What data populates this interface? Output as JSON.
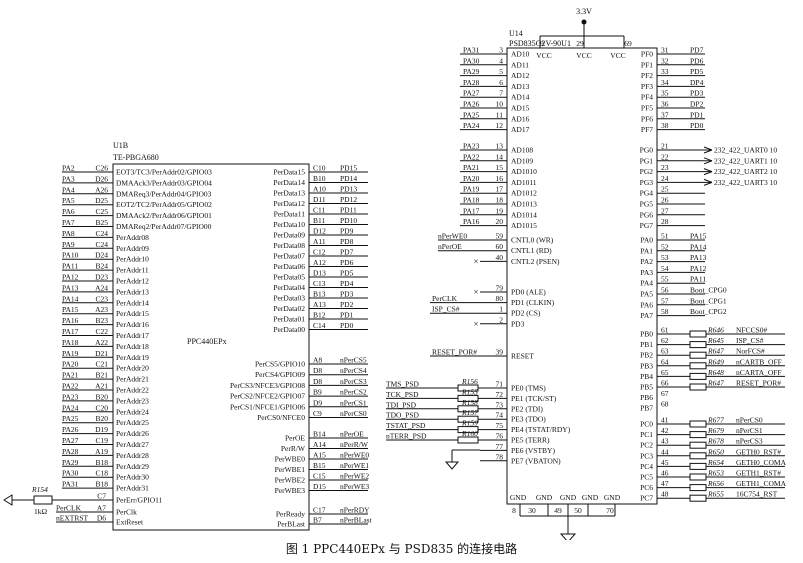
{
  "caption": "图 1    PPC440EPx 与 PSD835 的连接电路",
  "ppc": {
    "ref": "U1B",
    "package": "TE-PBGA680",
    "name": "PPC440EPx",
    "left_pins": [
      [
        "PA2",
        "C26",
        "EOT3/TC3/PerAddr02/GPIO03"
      ],
      [
        "PA3",
        "D26",
        "DMAAck3/PerAddr03/GPIO04"
      ],
      [
        "PA4",
        "A26",
        "DMAReq3/PerAddr04/GPIO03"
      ],
      [
        "PA5",
        "D25",
        "EOT2/TC2/PerAddr05/GPIO02"
      ],
      [
        "PA6",
        "C25",
        "DMAAck2/PerAddr06/GPIO01"
      ],
      [
        "PA7",
        "B25",
        "DMAReq2/PerAddr07/GPIO00"
      ],
      [
        "PA8",
        "C24",
        "PerAddr08"
      ],
      [
        "PA9",
        "C24",
        "PerAddr09"
      ],
      [
        "PA10",
        "D24",
        "PerAddr10"
      ],
      [
        "PA11",
        "B24",
        "PerAddr11"
      ],
      [
        "PA12",
        "D23",
        "PerAddr12"
      ],
      [
        "PA13",
        "A24",
        "PerAddr13"
      ],
      [
        "PA14",
        "C23",
        "PerAddr14"
      ],
      [
        "PA15",
        "A23",
        "PerAddr15"
      ],
      [
        "PA16",
        "B23",
        "PerAddr16"
      ],
      [
        "PA17",
        "C22",
        "PerAddr17"
      ],
      [
        "PA18",
        "A22",
        "PerAddr18"
      ],
      [
        "PA19",
        "D21",
        "PerAddr19"
      ],
      [
        "PA20",
        "C21",
        "PerAddr20"
      ],
      [
        "PA21",
        "B21",
        "PerAddr21"
      ],
      [
        "PA22",
        "A21",
        "PerAddr22"
      ],
      [
        "PA23",
        "B20",
        "PerAddr23"
      ],
      [
        "PA24",
        "C20",
        "PerAddr24"
      ],
      [
        "PA25",
        "B20",
        "PerAddr25"
      ],
      [
        "PA26",
        "D19",
        "PerAddr26"
      ],
      [
        "PA27",
        "C19",
        "PerAddr27"
      ],
      [
        "PA28",
        "A19",
        "PerAddr28"
      ],
      [
        "PA29",
        "B18",
        "PerAddr29"
      ],
      [
        "PA30",
        "C18",
        "PerAddr30"
      ],
      [
        "PA31",
        "B18",
        "PerAddr31"
      ]
    ],
    "bottom_left_pins": [
      [
        "",
        "C7",
        "PerErr/GPIO11"
      ],
      [
        "PerCLK",
        "A7",
        "PerClk"
      ],
      [
        "nEXTRST",
        "D6",
        "ExtReset"
      ]
    ],
    "right_data_pins": [
      [
        "PD15",
        "C10",
        "PerData15"
      ],
      [
        "PD14",
        "B10",
        "PerData14"
      ],
      [
        "PD13",
        "A10",
        "PerData13"
      ],
      [
        "PD12",
        "D11",
        "PerData12"
      ],
      [
        "PD11",
        "C11",
        "PerData11"
      ],
      [
        "PD10",
        "B11",
        "PerData10"
      ],
      [
        "PD9",
        "D12",
        "PerData09"
      ],
      [
        "PD8",
        "A11",
        "PerData08"
      ],
      [
        "PD7",
        "C12",
        "PerData07"
      ],
      [
        "PD6",
        "A12",
        "PerData06"
      ],
      [
        "PD5",
        "D13",
        "PerData05"
      ],
      [
        "PD4",
        "C13",
        "PerData04"
      ],
      [
        "PD3",
        "B13",
        "PerData03"
      ],
      [
        "PD2",
        "A13",
        "PerData02"
      ],
      [
        "PD1",
        "B12",
        "PerData01"
      ],
      [
        "PD0",
        "C14",
        "PerData00"
      ]
    ],
    "right_cs_pins": [
      [
        "nPerCS5",
        "A8",
        "PerCS5/GPIO10"
      ],
      [
        "nPerCS4",
        "D8",
        "PerCS4/GPIO09"
      ],
      [
        "nPerCS3",
        "D8",
        "PerCS3/NFCE3/GPIO08"
      ],
      [
        "nPerCS2",
        "B9",
        "PerCS2/NFCE2/GPIO07"
      ],
      [
        "nPerCS1",
        "D9",
        "PerCS1/NFCE1/GPIO06"
      ],
      [
        "nPerCS0",
        "C9",
        "PerCS0/NFCE0"
      ]
    ],
    "right_ctrl_pins": [
      [
        "nPerOE",
        "B14",
        "PerOE"
      ],
      [
        "nPerR/W",
        "A14",
        "PerR/W"
      ],
      [
        "nPerWE0",
        "A15",
        "PerWBE0"
      ],
      [
        "nPerWE1",
        "B15",
        "PerWBE1"
      ],
      [
        "nPerWE2",
        "C15",
        "PerWBE2"
      ],
      [
        "nPerWE3",
        "D15",
        "PerWBE3"
      ]
    ],
    "right_bottom_pins": [
      [
        "nPerRDY",
        "C17",
        "PerReady"
      ],
      [
        "nPerBLast",
        "B7",
        "PerBLast"
      ]
    ],
    "res_ref": "R154",
    "res_val": "1kΩ"
  },
  "psd": {
    "ref": "U14",
    "name": "PSD835G2V-90U1",
    "vcc_label": "3.3V",
    "vcc_pin_labels": [
      "VCC",
      "VCC",
      "VCC"
    ],
    "vcc_pins": [
      "9",
      "29",
      "69"
    ],
    "ad_pins": [
      [
        "PA31",
        "3",
        "AD10"
      ],
      [
        "PA30",
        "4",
        "AD11"
      ],
      [
        "PA29",
        "5",
        "AD12"
      ],
      [
        "PA28",
        "6",
        "AD13"
      ],
      [
        "PA27",
        "7",
        "AD14"
      ],
      [
        "PA26",
        "10",
        "AD15"
      ],
      [
        "PA25",
        "11",
        "AD16"
      ],
      [
        "PA24",
        "12",
        "AD17"
      ]
    ],
    "ad_hi_pins": [
      [
        "PA23",
        "13",
        "AD108"
      ],
      [
        "PA22",
        "14",
        "AD109"
      ],
      [
        "PA21",
        "15",
        "AD1010"
      ],
      [
        "PA20",
        "16",
        "AD1011"
      ],
      [
        "PA19",
        "17",
        "AD1012"
      ],
      [
        "PA18",
        "18",
        "AD1013"
      ],
      [
        "PA17",
        "19",
        "AD1014"
      ],
      [
        "PA16",
        "20",
        "AD1015"
      ]
    ],
    "cntl_pins": [
      [
        "nPerWE0",
        "59",
        "CNTL0 (WR)"
      ],
      [
        "nPerOE",
        "60",
        "CNTL1 (RD)"
      ],
      [
        "",
        "40",
        "CNTL2 (PSEN)"
      ]
    ],
    "pd_pins": [
      [
        "",
        "79",
        "PD0 (ALE)"
      ],
      [
        "PerCLK",
        "80",
        "PD1 (CLKIN)"
      ],
      [
        "ISP_CS#",
        "1",
        "PD2 (CS)"
      ],
      [
        "",
        "2",
        "PD3"
      ]
    ],
    "reset_pin": [
      "RESET_POR#",
      "39",
      "RESET"
    ],
    "pe_pins": [
      [
        "TMS_PSD",
        "R156",
        "71",
        "PE0 (TMS)"
      ],
      [
        "TCK_PSD",
        "R155",
        "72",
        "PE1 (TCK/ST)"
      ],
      [
        "TDI_PSD",
        "R158",
        "73",
        "PE2 (TDI)"
      ],
      [
        "TDO_PSD",
        "R157",
        "74",
        "PE3 (TDO)"
      ],
      [
        "TSTAT_PSD",
        "R159",
        "75",
        "PE4 (TSTAT/RDY)"
      ],
      [
        "nTERR_PSD",
        "R160",
        "76",
        "PE5 (TERR)"
      ],
      [
        "",
        "",
        "77",
        "PE6 (VSTBY)"
      ],
      [
        "",
        "",
        "78",
        "PE7 (VBATON)"
      ]
    ],
    "gnd_label": "GND",
    "gnd_pins": [
      "8",
      "30",
      "49",
      "50",
      "70"
    ],
    "pf_pins": [
      [
        "PF0",
        "31",
        "PD7"
      ],
      [
        "PF1",
        "32",
        "PD6"
      ],
      [
        "PF2",
        "33",
        "PD5"
      ],
      [
        "PF3",
        "34",
        "DP4"
      ],
      [
        "PF4",
        "35",
        "PD3"
      ],
      [
        "PF5",
        "36",
        "DP2"
      ],
      [
        "PF6",
        "37",
        "PD1"
      ],
      [
        "PF7",
        "38",
        "PD0"
      ]
    ],
    "pg_pins": [
      [
        "PG0",
        "21",
        "232_422_UART0 10"
      ],
      [
        "PG1",
        "22",
        "232_422_UART1 10"
      ],
      [
        "PG2",
        "23",
        "232_422_UART2 10"
      ],
      [
        "PG3",
        "24",
        "232_422_UART3 10"
      ],
      [
        "PG4",
        "25",
        ""
      ],
      [
        "PG5",
        "26",
        ""
      ],
      [
        "PG6",
        "27",
        ""
      ],
      [
        "PG7",
        "28",
        ""
      ]
    ],
    "pa_pins": [
      [
        "PA0",
        "51",
        "PA15"
      ],
      [
        "PA1",
        "52",
        "PA14"
      ],
      [
        "PA2",
        "53",
        "PA13"
      ],
      [
        "PA3",
        "54",
        "PA12"
      ],
      [
        "PA4",
        "55",
        "PA11"
      ],
      [
        "PA5",
        "56",
        "Boot_CPG0"
      ],
      [
        "PA6",
        "57",
        "Boot_CPG1"
      ],
      [
        "PA7",
        "58",
        "Boot_CPG2"
      ]
    ],
    "pb_pins": [
      [
        "PB0",
        "61",
        "R646",
        "NFCCS0#"
      ],
      [
        "PB1",
        "62",
        "R645",
        "ISP_CS#"
      ],
      [
        "PB2",
        "63",
        "R647",
        "NorFCS#"
      ],
      [
        "PB3",
        "64",
        "R649",
        "nCARTB_OFF"
      ],
      [
        "PB4",
        "65",
        "R648",
        "nCARTA_OFF"
      ],
      [
        "PB5",
        "66",
        "R647",
        "RESET_POR#"
      ],
      [
        "PB6",
        "67",
        "",
        ""
      ],
      [
        "PB7",
        "68",
        "",
        ""
      ]
    ],
    "pc_pins": [
      [
        "PC0",
        "41",
        "R677",
        "nPerCS0"
      ],
      [
        "PC1",
        "42",
        "R679",
        "nPerCS1"
      ],
      [
        "PC2",
        "43",
        "R678",
        "nPerCS3"
      ],
      [
        "PC3",
        "44",
        "R650",
        "GETH0_RST#"
      ],
      [
        "PC4",
        "45",
        "R654",
        "GETH0_COMA"
      ],
      [
        "PC5",
        "46",
        "R653",
        "GETH1_RST#"
      ],
      [
        "PC6",
        "47",
        "R656",
        "GETH1_COMA"
      ],
      [
        "PC7",
        "48",
        "R655",
        "16C754_RST"
      ]
    ]
  }
}
